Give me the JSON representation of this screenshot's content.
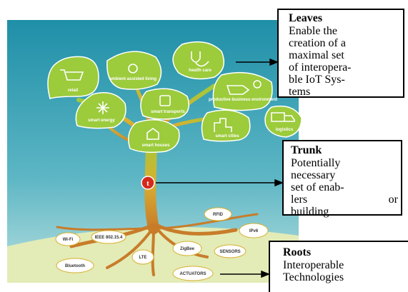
{
  "leaves_panel": {
    "title": "Leaves",
    "lines": [
      "Enable the",
      "creation of a",
      "maximal set",
      "of interopera-",
      "ble IoT Sys-",
      "tems"
    ]
  },
  "trunk_panel": {
    "title": "Trunk",
    "lines": [
      "Potentially",
      "necessary",
      "set of enab-",
      "lers or",
      "building"
    ]
  },
  "roots_panel": {
    "title": "Roots",
    "lines": [
      "Interoperable",
      "Technologies"
    ]
  },
  "tree_leaves": [
    "retail",
    "ambient assisted living",
    "health care",
    "productive business environment",
    "smart energy",
    "smart transports",
    "smart cities",
    "logistics",
    "smart houses"
  ],
  "tree_roots": [
    "RFID",
    "Wi-Fi",
    "IEEE 802.15.4",
    "ZigBee",
    "SENSORS",
    "Bluetooth",
    "LTE",
    "ACTUATORS",
    "IPv6"
  ],
  "colors": {
    "background_top": "#1f8fa8",
    "background_bottom": "#9fd3d8",
    "leaf": "#9ccb3c",
    "trunk": "#d8b030",
    "roots": "#c87c2a",
    "grass": "#e3ebb6",
    "trunk_badge": "#d42a1e"
  }
}
